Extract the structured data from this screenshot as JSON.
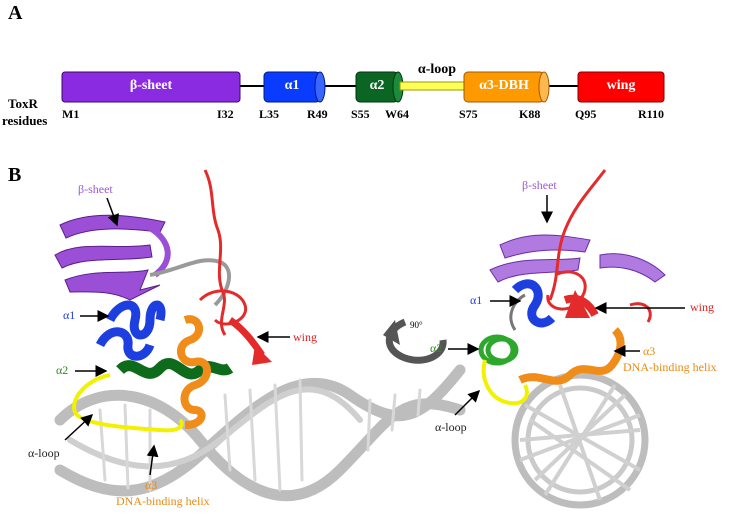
{
  "panelA": {
    "letter": "A",
    "row_label_1": "ToxR",
    "row_label_2": "residues",
    "segments": {
      "beta_sheet": {
        "label": "β-sheet",
        "color": "#8a2be2"
      },
      "alpha1": {
        "label": "α1",
        "color": "#0a3cff"
      },
      "alpha2": {
        "label": "α2",
        "color": "#0b6623"
      },
      "alpha_loop": {
        "label": "α-loop",
        "color": "#ffff55"
      },
      "alpha3": {
        "label": "α3-DBH",
        "color": "#ff9900"
      },
      "wing": {
        "label": "wing",
        "color": "#ff0000"
      }
    },
    "residues": [
      "M1",
      "I32",
      "L35",
      "R49",
      "S55",
      "W64",
      "S75",
      "K88",
      "Q95",
      "R110"
    ]
  },
  "panelB": {
    "letter": "B",
    "left": {
      "beta_sheet": "β-sheet",
      "alpha1": "α1",
      "alpha2": "α2",
      "alpha_loop": "α-loop",
      "wing": "wing",
      "alpha3": "α3",
      "dbh": "DNA-binding helix"
    },
    "rotation": "90°",
    "right": {
      "beta_sheet": "β-sheet",
      "alpha1": "α1",
      "alpha2": "α2",
      "alpha_loop": "α-loop",
      "wing": "wing",
      "alpha3": "α3",
      "dbh": "DNA-binding helix"
    },
    "colors": {
      "dna": "#bdbdbd",
      "label_beta": "#9b59d6",
      "label_a1": "#1f3fd6",
      "label_a2": "#2e8b1e",
      "label_wing": "#e02020",
      "label_a3": "#e88a14",
      "label_loop": "#222222"
    }
  }
}
